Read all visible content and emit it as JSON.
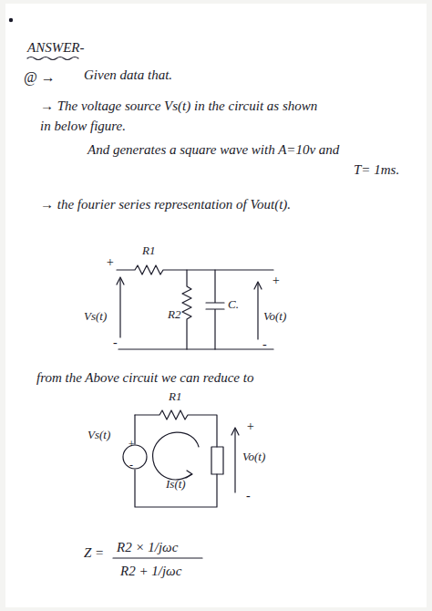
{
  "diagram": {
    "labels": [
      "ANSWER-",
      "@ →",
      "Given data that.",
      "→ The voltage source Vs(t) in the circuit as shown",
      "in below figure.",
      "And generates a square wave with A=10v and",
      "T= 1ms.",
      "→ the fourier series representation of Vout(t).",
      "R1",
      "+",
      "Vs(t)",
      "-",
      "R2",
      "C.",
      "+",
      "Vo(t)",
      "-",
      "from the Above circuit we can reduce to",
      "R1",
      "+",
      "Vs(t)",
      "-",
      "Is(t)",
      "+",
      "Vo(t)",
      "-",
      "Z =",
      "R2 × 1/jωc",
      "R2 + 1/jωc"
    ]
  }
}
